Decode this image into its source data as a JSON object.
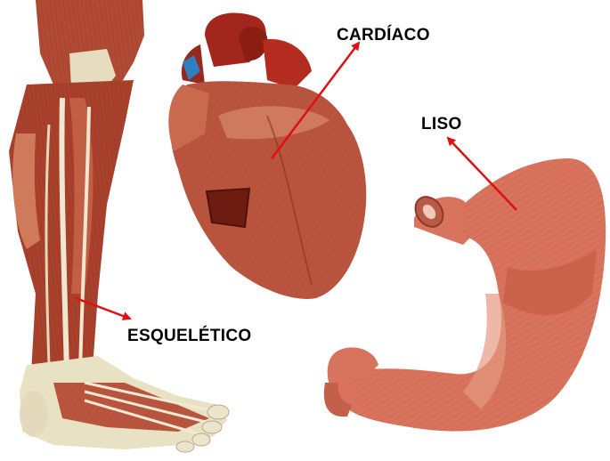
{
  "labels": {
    "cardiac": "CARDÍACO",
    "smooth": "LISO",
    "skeletal": "ESQUELÉTICO"
  },
  "colors": {
    "arrow": "#e01010",
    "muscle_dark": "#8e2a1c",
    "muscle_mid": "#b9553e",
    "muscle_light": "#d98a6e",
    "tendon": "#e9e1c4",
    "stomach": "#d8735d",
    "vessel_blue": "#2f7fc1"
  },
  "icons": {
    "leg": "leg-muscles-illustration",
    "heart": "heart-illustration",
    "stomach": "stomach-illustration"
  }
}
